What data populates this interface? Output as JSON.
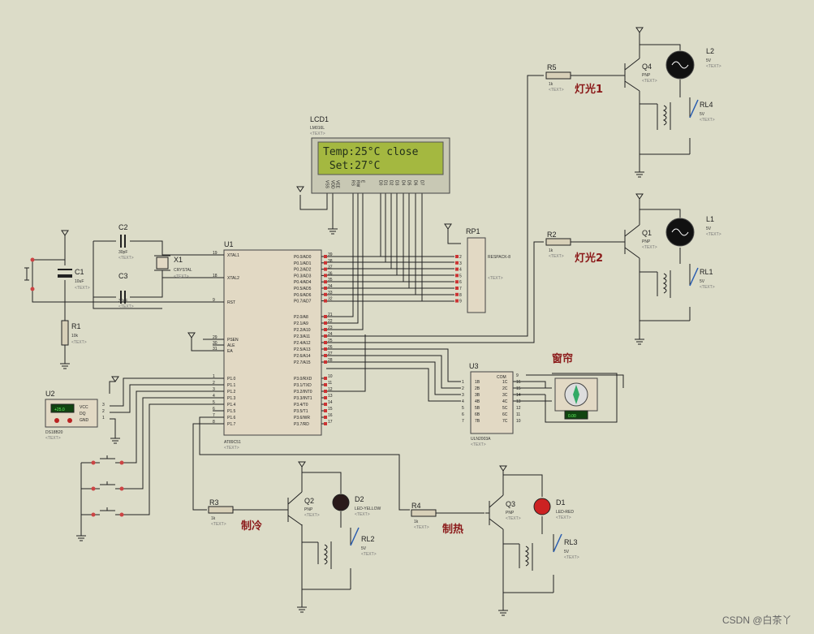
{
  "lcd": {
    "ref": "LCD1",
    "part": "LM016L",
    "line1": "Temp:25°C  close",
    "line2": " Set:27°C"
  },
  "mcu": {
    "ref": "U1",
    "part": "AT89C51"
  },
  "u2": {
    "ref": "U2",
    "part": "DS18B20",
    "display": "+25.0"
  },
  "u3": {
    "ref": "U3",
    "part": "ULN2003A"
  },
  "rp1": {
    "ref": "RP1",
    "part": "RESPACK-8"
  },
  "crystal": {
    "ref": "X1",
    "part": "CRYSTAL"
  },
  "caps": [
    {
      "ref": "C1",
      "value": "10uF"
    },
    {
      "ref": "C2",
      "value": "30pF"
    },
    {
      "ref": "C3",
      "value": "30pF"
    }
  ],
  "resistors": [
    {
      "ref": "R1",
      "value": "10k"
    },
    {
      "ref": "R2",
      "value": "1k"
    },
    {
      "ref": "R3",
      "value": "1k"
    },
    {
      "ref": "R4",
      "value": "1k"
    },
    {
      "ref": "R5",
      "value": "1k"
    }
  ],
  "transistors": [
    {
      "ref": "Q1",
      "type": "PNP"
    },
    {
      "ref": "Q2",
      "type": "PNP"
    },
    {
      "ref": "Q3",
      "type": "PNP"
    },
    {
      "ref": "Q4",
      "type": "PNP"
    }
  ],
  "lamps": [
    {
      "ref": "L1",
      "value": "5V"
    },
    {
      "ref": "L2",
      "value": "5V"
    }
  ],
  "relays": [
    {
      "ref": "RL1",
      "value": "5V"
    },
    {
      "ref": "RL2",
      "value": "5V"
    },
    {
      "ref": "RL3",
      "value": "5V"
    },
    {
      "ref": "RL4",
      "value": "5V"
    }
  ],
  "leds": [
    {
      "ref": "D1",
      "part": "LED-RED"
    },
    {
      "ref": "D2",
      "part": "LED-YELLOW"
    }
  ],
  "motor_display": "0.00",
  "placeholder": "<TEXT>",
  "mcu_pins_left": [
    {
      "num": "19",
      "name": "XTAL1"
    },
    {
      "num": "18",
      "name": "XTAL2"
    },
    {
      "num": "9",
      "name": "RST"
    },
    {
      "num": "29",
      "name": "PSEN"
    },
    {
      "num": "30",
      "name": "ALE"
    },
    {
      "num": "31",
      "name": "EA"
    },
    {
      "num": "1",
      "name": "P1.0"
    },
    {
      "num": "2",
      "name": "P1.1"
    },
    {
      "num": "3",
      "name": "P1.2"
    },
    {
      "num": "4",
      "name": "P1.3"
    },
    {
      "num": "5",
      "name": "P1.4"
    },
    {
      "num": "6",
      "name": "P1.5"
    },
    {
      "num": "7",
      "name": "P1.6"
    },
    {
      "num": "8",
      "name": "P1.7"
    }
  ],
  "mcu_pins_right": [
    {
      "num": "39",
      "name": "P0.0/AD0"
    },
    {
      "num": "38",
      "name": "P0.1/AD1"
    },
    {
      "num": "37",
      "name": "P0.2/AD2"
    },
    {
      "num": "36",
      "name": "P0.3/AD3"
    },
    {
      "num": "35",
      "name": "P0.4/AD4"
    },
    {
      "num": "34",
      "name": "P0.5/AD5"
    },
    {
      "num": "33",
      "name": "P0.6/AD6"
    },
    {
      "num": "32",
      "name": "P0.7/AD7"
    },
    {
      "num": "21",
      "name": "P2.0/A8"
    },
    {
      "num": "22",
      "name": "P2.1/A9"
    },
    {
      "num": "23",
      "name": "P2.2/A10"
    },
    {
      "num": "24",
      "name": "P2.3/A11"
    },
    {
      "num": "25",
      "name": "P2.4/A12"
    },
    {
      "num": "26",
      "name": "P2.5/A13"
    },
    {
      "num": "27",
      "name": "P2.6/A14"
    },
    {
      "num": "28",
      "name": "P2.7/A15"
    },
    {
      "num": "10",
      "name": "P3.0/RXD"
    },
    {
      "num": "11",
      "name": "P3.1/TXD"
    },
    {
      "num": "12",
      "name": "P3.2/INT0"
    },
    {
      "num": "13",
      "name": "P3.3/INT1"
    },
    {
      "num": "14",
      "name": "P3.4/T0"
    },
    {
      "num": "15",
      "name": "P3.5/T1"
    },
    {
      "num": "16",
      "name": "P3.6/WR"
    },
    {
      "num": "17",
      "name": "P3.7/RD"
    }
  ],
  "lcd_pins": [
    "VSS",
    "VDD",
    "VEE",
    "RS",
    "RW",
    "E",
    "D0",
    "D1",
    "D2",
    "D3",
    "D4",
    "D5",
    "D6",
    "D7"
  ],
  "u2_pins": [
    {
      "num": "3",
      "name": "VCC"
    },
    {
      "num": "2",
      "name": "DQ"
    },
    {
      "num": "1",
      "name": "GND"
    }
  ],
  "u3_pins_left": [
    "1B",
    "2B",
    "3B",
    "4B",
    "5B",
    "6B",
    "7B"
  ],
  "u3_nums_left": [
    "1",
    "2",
    "3",
    "4",
    "5",
    "6",
    "7"
  ],
  "u3_pins_right": [
    "1C",
    "2C",
    "3C",
    "4C",
    "5C",
    "6C",
    "7C"
  ],
  "u3_nums_right": [
    "16",
    "15",
    "14",
    "13",
    "12",
    "11",
    "10"
  ],
  "u3_com": {
    "num": "9",
    "name": "COM"
  },
  "rp1_pins": [
    "2",
    "3",
    "4",
    "5",
    "6",
    "7",
    "8",
    "9"
  ],
  "labels_cn": {
    "light1": "灯光1",
    "light2": "灯光2",
    "curtain": "窗帘",
    "cool": "制冷",
    "heat": "制热"
  },
  "watermark": "CSDN @白茶丫"
}
